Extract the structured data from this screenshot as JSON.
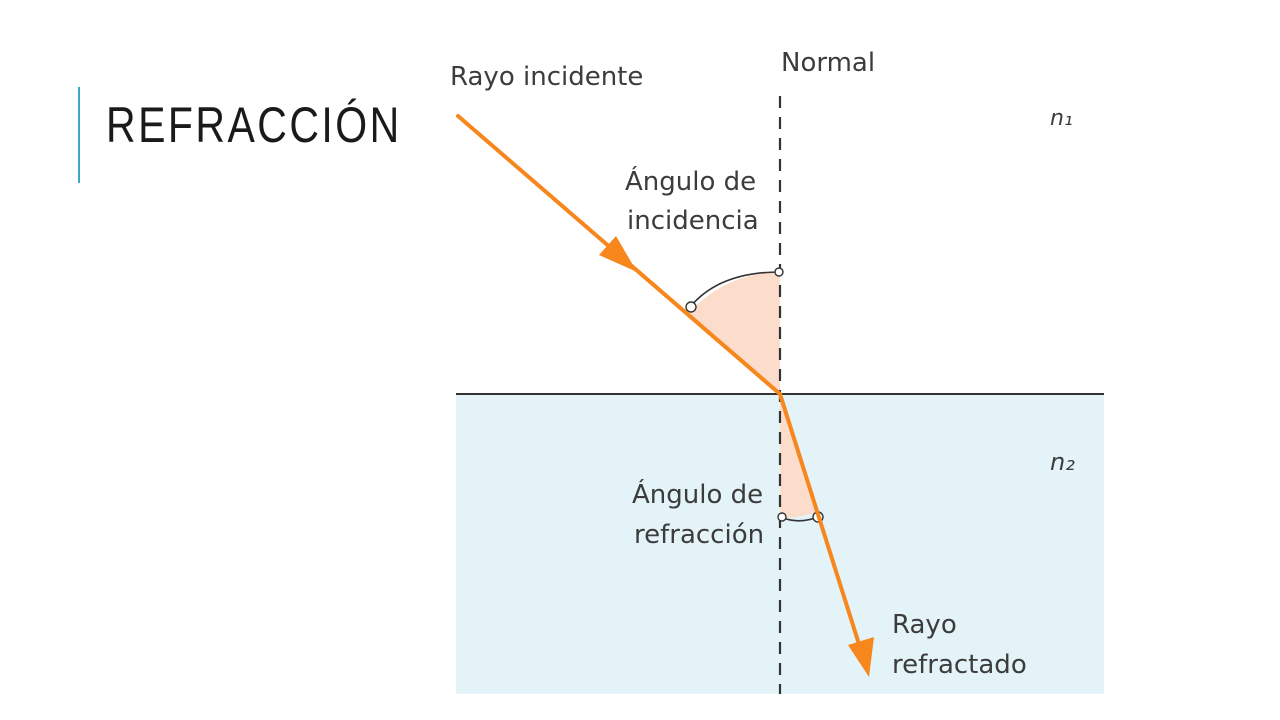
{
  "slide": {
    "title": "REFRACCIÓN"
  },
  "diagram": {
    "labels": {
      "incident_ray": "Rayo incidente",
      "normal": "Normal",
      "n1": "n₁",
      "angle_incidence_line1": "Ángulo de",
      "angle_incidence_line2": "incidencia",
      "n2": "n₂",
      "angle_refraction_line1": "Ángulo de",
      "angle_refraction_line2": "refracción",
      "refracted_ray_line1": "Rayo",
      "refracted_ray_line2": "refractado"
    },
    "colors": {
      "accent": "#3aa6c8",
      "ray": "#f7861c",
      "angle_fill": "#fcdccb",
      "medium2": "#e3f3f8",
      "line": "#333333"
    }
  }
}
